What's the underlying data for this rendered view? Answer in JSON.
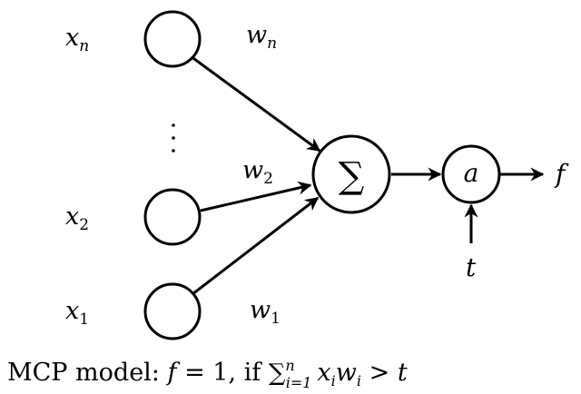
{
  "inputs": [
    {
      "var": "x",
      "sub": "n",
      "weight_var": "w",
      "weight_sub": "n"
    },
    {
      "var": "x",
      "sub": "2",
      "weight_var": "w",
      "weight_sub": "2"
    },
    {
      "var": "x",
      "sub": "1",
      "weight_var": "w",
      "weight_sub": "1"
    }
  ],
  "sum_symbol": "∑",
  "activation": {
    "label": "a",
    "threshold": "t"
  },
  "output": {
    "label": "f"
  },
  "caption": {
    "prefix": "MCP model: ",
    "f": "f",
    "eq": " = 1, if ",
    "sum": "∑",
    "upper": "n",
    "lower": "i=1",
    "x": "x",
    "xi": "i",
    "w": "w",
    "wi": "i",
    "gt": " > ",
    "t": "t"
  }
}
